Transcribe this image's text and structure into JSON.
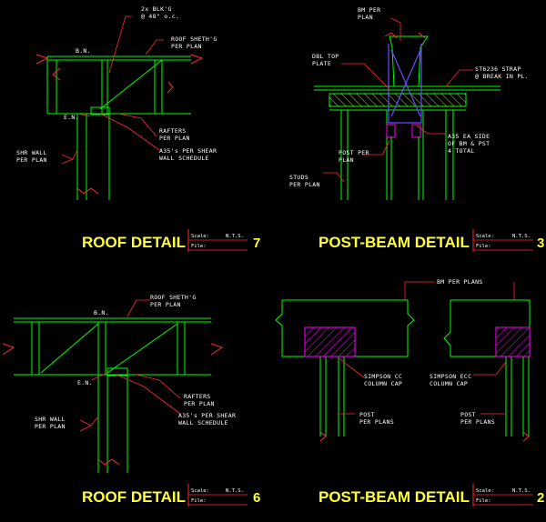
{
  "details": [
    {
      "id": "roof-detail-7",
      "title": "ROOF DETAIL",
      "number": "7",
      "scale_label": "Scale:",
      "scale_value": "N.T.S.",
      "file_label": "File:",
      "notes": {
        "blocking": "2x BLK'G",
        "spacing": "@ 48\" o.c.",
        "bn": "B.N.",
        "sheathing_1": "ROOF SHETH'G",
        "sheathing_2": "PER PLAN",
        "en": "E.N.",
        "rafters_1": "RAFTERS",
        "rafters_2": "PER PLAN",
        "a35_1": "A35's PER SHEAR",
        "a35_2": "WALL SCHEDULE",
        "shr_1": "SHR WALL",
        "shr_2": "PER PLAN"
      }
    },
    {
      "id": "post-beam-detail-3",
      "title": "POST-BEAM DETAIL",
      "number": "3",
      "scale_label": "Scale:",
      "scale_value": "N.T.S.",
      "file_label": "File:",
      "notes": {
        "bm_1": "BM PER",
        "bm_2": "PLAN",
        "dbl_1": "DBL TOP",
        "dbl_2": "PLATE",
        "strap_1": "ST6236 STRAP",
        "strap_2": "@ BREAK IN PL.",
        "a35_1": "A35 EA SIDE",
        "a35_2": "OF BM & PST",
        "a35_3": "4 TOTAL",
        "post_1": "POST PER",
        "post_2": "PLAN",
        "studs_1": "STUDS",
        "studs_2": "PER PLAN"
      }
    },
    {
      "id": "roof-detail-6",
      "title": "ROOF DETAIL",
      "number": "6",
      "scale_label": "Scale:",
      "scale_value": "N.T.S.",
      "file_label": "File:",
      "notes": {
        "bn": "B.N.",
        "sheathing_1": "ROOF SHETH'G",
        "sheathing_2": "PER PLAN",
        "en": "E.N.",
        "rafters_1": "RAFTERS",
        "rafters_2": "PER PLAN",
        "a35_1": "A35's PER SHEAR",
        "a35_2": "WALL SCHEDULE",
        "shr_1": "SHR WALL",
        "shr_2": "PER PLAN"
      }
    },
    {
      "id": "post-beam-detail-2",
      "title": "POST-BEAM DETAIL",
      "number": "2",
      "scale_label": "Scale:",
      "scale_value": "N.T.S.",
      "file_label": "File:",
      "notes": {
        "bm": "BM PER PLANS",
        "cc_1": "SIMPSON CC",
        "cc_2": "COLUMN CAP",
        "ecc_1": "SIMPSON ECC",
        "ecc_2": "COLUMN CAP",
        "post_l1": "POST",
        "post_l2": "PER PLANS",
        "post_r1": "POST",
        "post_r2": "PER PLANS"
      }
    }
  ],
  "colors": {
    "background": "#000000",
    "framing": "#00ff00",
    "break_line": "#ff0000",
    "title": "#ffff33",
    "leader": "#ff0000",
    "strap": "#6a4cff",
    "connector": "#ff00ff",
    "hatch": "#ff00ff",
    "text": "#ffffff"
  }
}
